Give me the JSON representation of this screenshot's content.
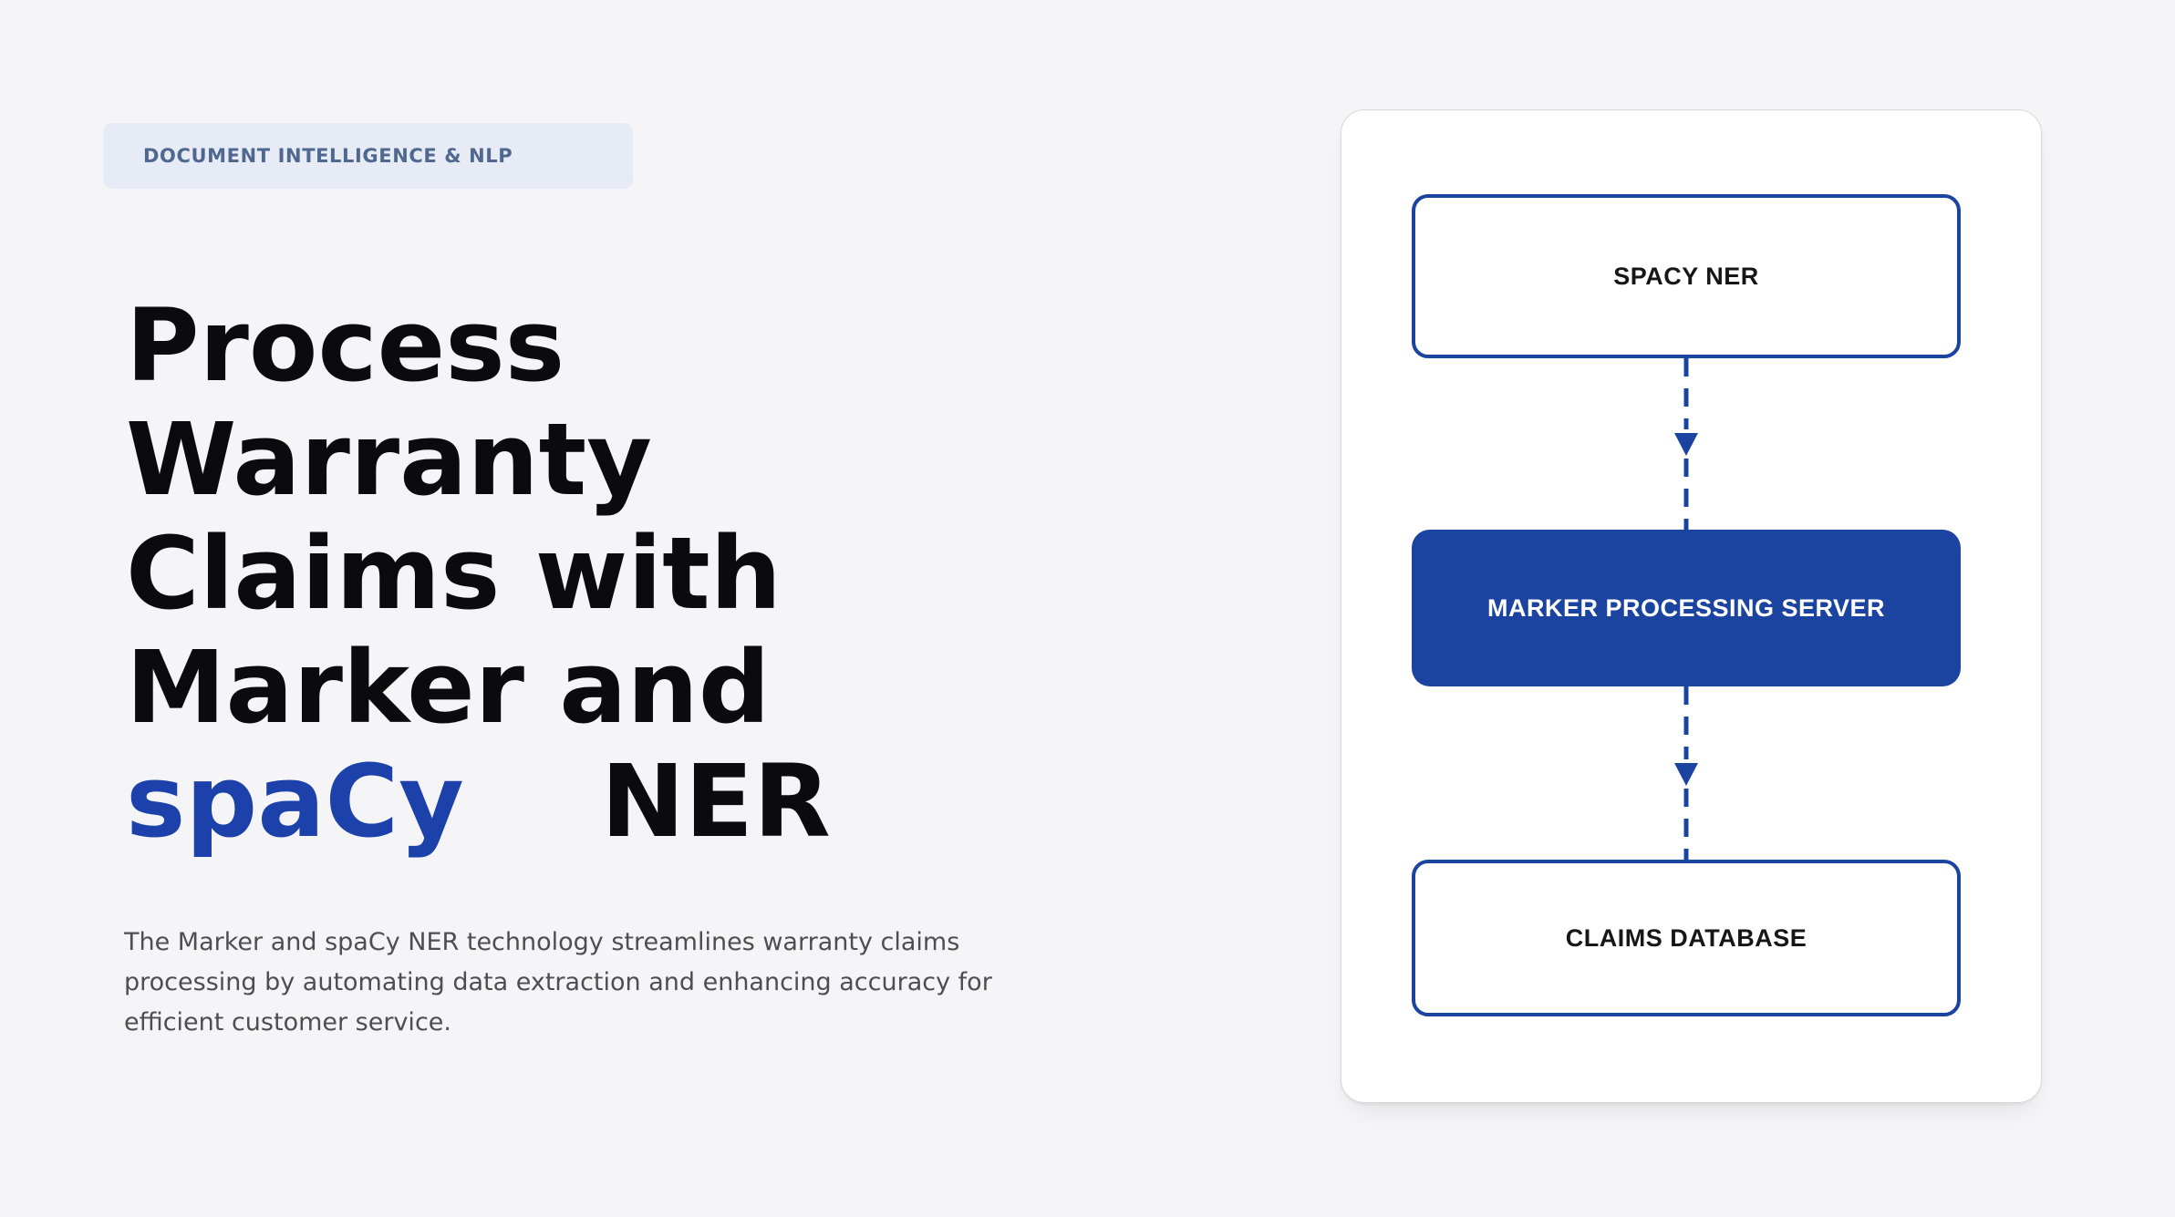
{
  "page": {
    "background": "#f5f5f7"
  },
  "colors": {
    "page_bg": "#f5f5f7",
    "badge_bg": "#e6ebf6",
    "badge_text": "#50688f",
    "accent": "#1a44a0",
    "highlight": "#1d41ab",
    "card_bg": "#ffffff",
    "card_border": "#d8d8db",
    "heading": "#0b0b0d",
    "body_text": "#4e4e4e",
    "node_text": "#161616",
    "node_text_inverse": "#ffffff"
  },
  "badge": {
    "label": "DOCUMENT INTELLIGENCE & NLP"
  },
  "heading": {
    "line1": "Process",
    "line2": "Warranty",
    "line3": "Claims with",
    "line4": "Marker and",
    "highlight": "spaCy",
    "line5_rest": "NER"
  },
  "description": "The Marker and spaCy NER technology streamlines warranty claims processing by automating data extraction and enhancing accuracy for efficient customer service.",
  "diagram": {
    "nodes": [
      {
        "label": "SPACY NER",
        "variant": "outline"
      },
      {
        "label": "MARKER PROCESSING SERVER",
        "variant": "filled"
      },
      {
        "label": "CLAIMS DATABASE",
        "variant": "outline"
      }
    ],
    "arrow_style": "dashed-down"
  }
}
